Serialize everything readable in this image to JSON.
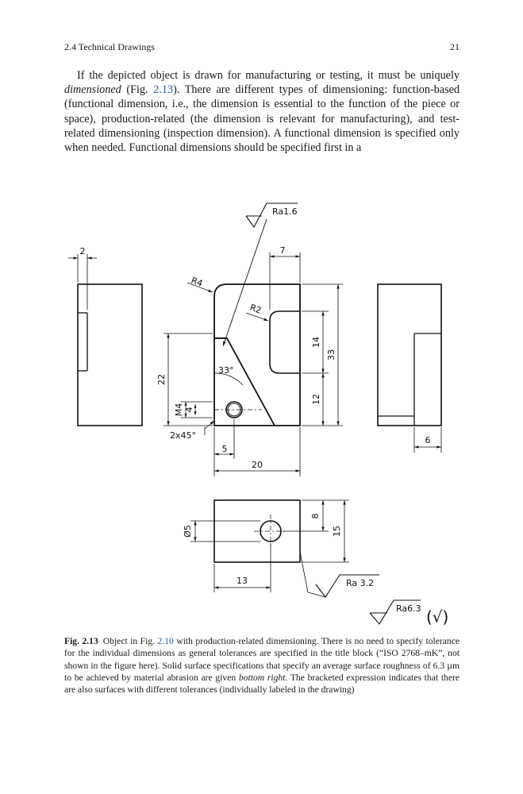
{
  "header": {
    "section": "2.4 Technical Drawings",
    "page_number": "21"
  },
  "body": {
    "part1": "If the depicted object is drawn for manufacturing or testing, it must be uniquely ",
    "em1": "dimensioned",
    "part2": " (Fig. ",
    "ref1": "2.13",
    "part3": "). There are different types of dimensioning: function-based (functional dimension, i.e., the dimension is essential to the function of the piece or space), production-related (the dimension is relevant for manufacturing), and test-related dimensioning (inspection dimension). A functional dimension is specified only when needed. Functional dimensions should be specified first in a"
  },
  "drawing": {
    "labels": {
      "ra16": "Ra1.6",
      "ra32": "Ra 3.2",
      "ra63": "Ra6.3",
      "ra_bracket": "(√)",
      "r4": "R4",
      "r2": "R2",
      "d2": "2",
      "d7": "7",
      "d14": "14",
      "d33": "33",
      "d12": "12",
      "d22": "22",
      "ang33": "33°",
      "m4": "M4",
      "d4": "4",
      "chamfer": "2x45°",
      "d5": "5",
      "d20": "20",
      "d6": "6",
      "dia5": "Ø5",
      "d8": "8",
      "d15": "15",
      "d13": "13"
    }
  },
  "caption": {
    "fig_label": "Fig. 2.13",
    "t1": "Object in Fig. ",
    "ref": "2.10",
    "t2": " with production-related dimensioning. There is no need to specify tolerance for the individual dimensions as general tolerances are specified in the title block (“ISO 2768–mK”, not shown in the figure here). Solid surface specifications that specify an average surface roughness of 6.3 µm to be achieved by material abrasion are given ",
    "em": "bottom right",
    "t3": ". The bracketed expression indicates that there are also surfaces with different tolerances (individually labeled in the drawing)"
  }
}
